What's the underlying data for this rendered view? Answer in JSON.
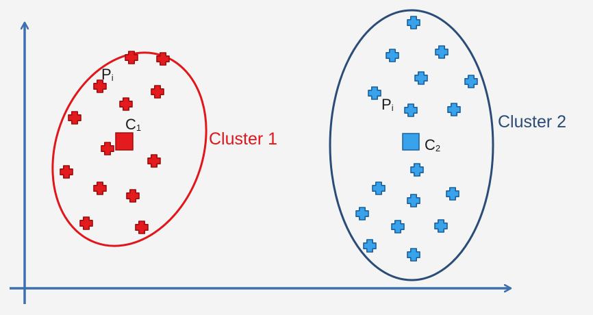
{
  "colors": {
    "background": "#f4f4f4",
    "axis": "#3e6fae",
    "cluster1": "#e0161b",
    "cluster1_point_fill": "#e31b1e",
    "cluster1_point_stroke": "#9e0c0e",
    "cluster2": "#2b4b78",
    "cluster2_point_fill": "#38a3eb",
    "cluster2_point_stroke": "#1c5f9c",
    "text": "#1b1b1b"
  },
  "clusters": [
    {
      "label": "Cluster 1",
      "centroid_main": "C",
      "centroid_sub": "1",
      "point_main": "P",
      "point_sub": "i"
    },
    {
      "label": "Cluster 2",
      "centroid_main": "C",
      "centroid_sub": "2",
      "point_main": "P",
      "point_sub": "i"
    }
  ]
}
